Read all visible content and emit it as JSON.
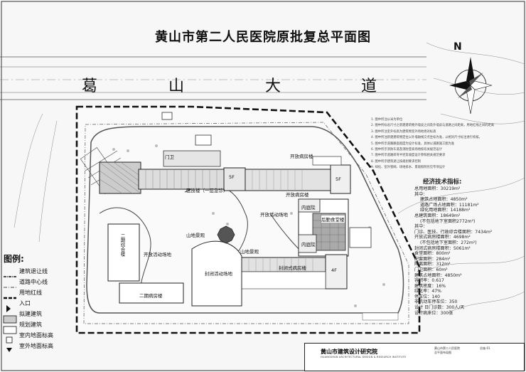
{
  "title": "黄山市第二人民医院原批复总平面图",
  "road_name": [
    "葛",
    "山",
    "大",
    "道"
  ],
  "north_label": "N",
  "notes": [
    "1. 图中所注以米为单位",
    "2. 图中所标总尺寸之新建建筑物外墙皮之间及外墙皮与道路之间距离，用地红线之间的距离",
    "3. 图中所注室外标高为建筑物室外场地绝对标高",
    "4. 图中所注新建建筑物定位以外墙轴线交点坐标为准，以相对尺寸标注进行校核。",
    "5. 图中所示道路路面宽度为设计标准，具体以道路施工图为准",
    "6. 图中所示消防车道及消防登高场地按有关规范设计",
    "7. 图中所示道路转弯半径及坡度设计参照相关规范要求",
    "8. 图中所示建筑退让按规划要求控制",
    "9. 绿化、室外管网、场地排水、景观照明另见专项设计"
  ],
  "tech": {
    "heading": "经济技术指标:",
    "rows": [
      {
        "text": "总用地面积：30219m²",
        "indent": 0
      },
      {
        "text": "其中：",
        "indent": 0
      },
      {
        "text": "建筑占地面积：4850m²",
        "indent": 1
      },
      {
        "text": "道路广场占地面积：11181m²",
        "indent": 1
      },
      {
        "text": "绿化用地面积：14188m²",
        "indent": 1
      },
      {
        "text": "总建筑面积：18649m²",
        "indent": 0
      },
      {
        "text": "(不包括地下室面积2772m²)",
        "indent": 1
      },
      {
        "text": "其中：",
        "indent": 0
      },
      {
        "text": "门诊、医技、行政综合楼面积：7434m²",
        "indent": 0
      },
      {
        "text": "开放式病房楼面积：4698m²",
        "indent": 0
      },
      {
        "text": "(不包括地下室面积：272m²)",
        "indent": 1
      },
      {
        "text": "封闭式病房楼面积：5061m²",
        "indent": 0
      },
      {
        "text": "食堂面积：800m²",
        "indent": 0
      },
      {
        "text": "配套面积：284m²",
        "indent": 0
      },
      {
        "text": "隔离面积：312m²",
        "indent": 0
      },
      {
        "text": "门卫面积：60m²",
        "indent": 0
      },
      {
        "text": "建筑占地面积：4850m²",
        "indent": 0
      },
      {
        "text": "容积率：0.617",
        "indent": 0
      },
      {
        "text": "建筑密度：16%",
        "indent": 0
      },
      {
        "text": "绿化率：47%",
        "indent": 0
      },
      {
        "text": "停车位：140",
        "indent": 0
      },
      {
        "text": "非机动车停车位：350",
        "indent": 0
      },
      {
        "text": "设计 日门诊数：300人/天",
        "indent": 0
      },
      {
        "text": "设计病床位：300张",
        "indent": 0
      }
    ]
  },
  "legend": {
    "title": "图例:",
    "items": [
      {
        "label": "建筑退让线"
      },
      {
        "label": "道路中心线"
      },
      {
        "label": "用地红线"
      },
      {
        "label": "入口"
      },
      {
        "label": "拟建建筑"
      },
      {
        "label": "规划建筑"
      },
      {
        "label": "室内地面标高"
      },
      {
        "label": "室外地面标高"
      }
    ]
  },
  "labels": {
    "medical_building": "医技楼（一层急诊）",
    "medical_floor": "5F",
    "open_ward": "开放病房楼",
    "open_ward_floor": "5F",
    "open_activity": "开放活动场地",
    "closed_ward": "封闭式病房楼",
    "closed_ward_floor": "4F",
    "closed_activity": "封闭活动场地",
    "canteen": "后勤食堂楼",
    "kitchen_top": "内庭院",
    "kitchen_bottom": "内庭院",
    "mountain_1": "山地景观",
    "mountain_2": "山地景观",
    "second_ward": "二期病房楼",
    "second_comp": "二期综合楼",
    "open_activity_2": "开放活动场地",
    "top_small": "开放病房楼",
    "gate": "门卫"
  },
  "title_block": {
    "institute": "黄山市建筑设计研究院",
    "institute_en": "HUANGSHAN ARCHITECTURAL DESIGN & RESEARCH INSTITUTE",
    "project": "黄山市第二人民医院",
    "drawing": "总平面布局图",
    "drawing_no": "总施-01"
  }
}
